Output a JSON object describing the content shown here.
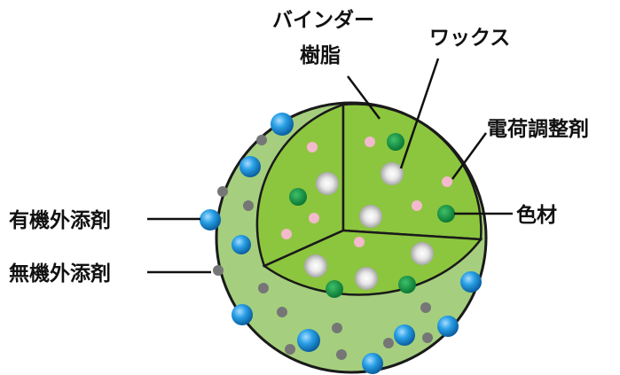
{
  "labels": {
    "binder_line1": "バインダー",
    "binder_line2": "樹脂",
    "wax": "ワックス",
    "charge_control": "電荷調整剤",
    "colorant": "色材",
    "organic_external": "有機外添剤",
    "inorganic_external": "無機外添剤"
  },
  "colors": {
    "outer_shell": "#a5cf7e",
    "core": "#8cc63e",
    "outline": "#1a1a1a",
    "organic_particle": "#1b8ed4",
    "inorganic_particle": "#767676",
    "charge_particle": "#f3b9cc",
    "colorant_particle": "#149847",
    "wax_particle": "#d6d6d6"
  }
}
